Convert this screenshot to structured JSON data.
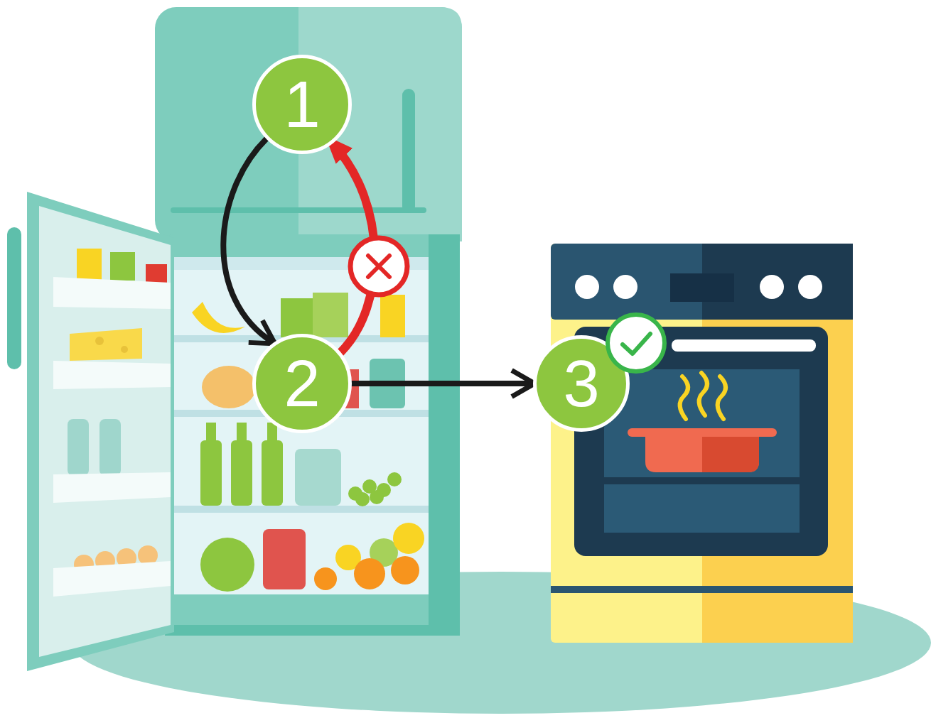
{
  "diagram": {
    "nodes": [
      {
        "text": [
          "1"
        ]
      },
      {
        "text": [
          "2"
        ]
      },
      {
        "text": [
          "3"
        ]
      }
    ],
    "edges": [
      {
        "from": 0,
        "to": 1,
        "arrow": "to"
      },
      {
        "from": 1,
        "to": 0,
        "arrow": "to"
      },
      {
        "from": 1,
        "to": 2,
        "arrow": "to"
      }
    ]
  }
}
